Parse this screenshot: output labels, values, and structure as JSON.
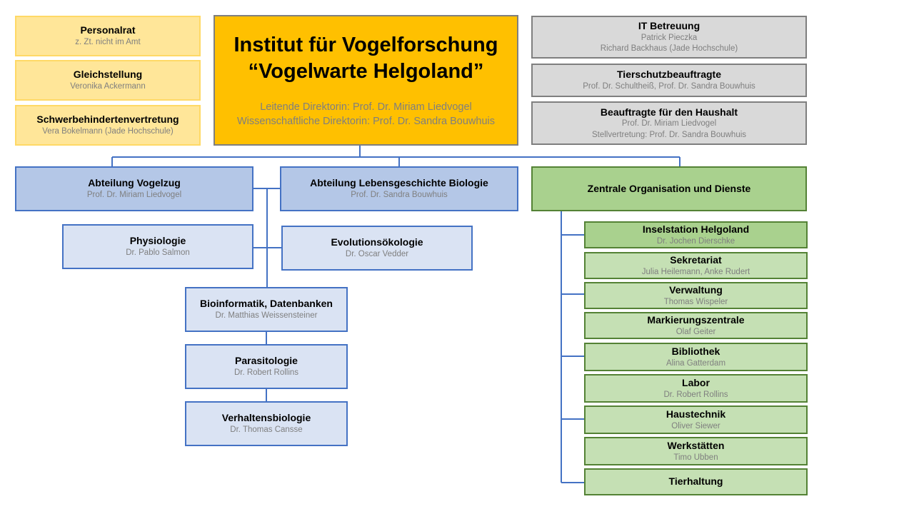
{
  "institute": {
    "title_line1": "Institut für Vogelforschung",
    "title_line2": "“Vogelwarte Helgoland”",
    "leader_line1": "Leitende Direktorin: Prof. Dr. Miriam Liedvogel",
    "leader_line2": "Wissenschaftliche Direktorin: Prof. Dr. Sandra Bouwhuis"
  },
  "staff_bodies": [
    {
      "title": "Personalrat",
      "person": "z. Zt. nicht im Amt"
    },
    {
      "title": "Gleichstellung",
      "person": "Veronika Ackermann"
    },
    {
      "title": "Schwerbehindertenvertretung",
      "person": "Vera Bokelmann (Jade Hochschule)"
    }
  ],
  "officers": [
    {
      "title": "IT Betreuung",
      "lines": [
        "Patrick Pieczka",
        "Richard Backhaus (Jade Hochschule)"
      ]
    },
    {
      "title": "Tierschutzbeauftragte",
      "lines": [
        "Prof. Dr. Schultheiß, Prof. Dr. Sandra Bouwhuis"
      ]
    },
    {
      "title": "Beauftragte für den Haushalt",
      "lines": [
        "Prof. Dr. Miriam Liedvogel",
        "Stellvertretung: Prof. Dr. Sandra Bouwhuis"
      ]
    }
  ],
  "departments": [
    {
      "title": "Abteilung Vogelzug",
      "person": "Prof. Dr. Miriam Liedvogel"
    },
    {
      "title": "Abteilung Lebensgeschichte Biologie",
      "person": "Prof. Dr. Sandra Bouwhuis"
    },
    {
      "title": "Zentrale Organisation und Dienste",
      "person": ""
    }
  ],
  "groups": [
    {
      "title": "Physiologie",
      "person": "Dr. Pablo Salmon"
    },
    {
      "title": "Evolutionsökologie",
      "person": "Dr. Oscar Vedder"
    },
    {
      "title": "Bioinformatik, Datenbanken",
      "person": "Dr. Matthias Weissensteiner"
    },
    {
      "title": "Parasitologie",
      "person": "Dr. Robert Rollins"
    },
    {
      "title": "Verhaltensbiologie",
      "person": "Dr. Thomas Cansse"
    }
  ],
  "services": [
    {
      "title": "Inselstation Helgoland",
      "person": "Dr. Jochen Dierschke"
    },
    {
      "title": "Sekretariat",
      "person": "Julia Heilemann, Anke Rudert"
    },
    {
      "title": "Verwaltung",
      "person": "Thomas Wispeler"
    },
    {
      "title": "Markierungszentrale",
      "person": "Olaf Geiter"
    },
    {
      "title": "Bibliothek",
      "person": "Alina Gatterdam"
    },
    {
      "title": "Labor",
      "person": "Dr. Robert Rollins"
    },
    {
      "title": "Haustechnik",
      "person": "Oliver Siewer"
    },
    {
      "title": "Werkstätten",
      "person": "Timo Ubben"
    },
    {
      "title": "Tierhaltung",
      "person": ""
    }
  ]
}
